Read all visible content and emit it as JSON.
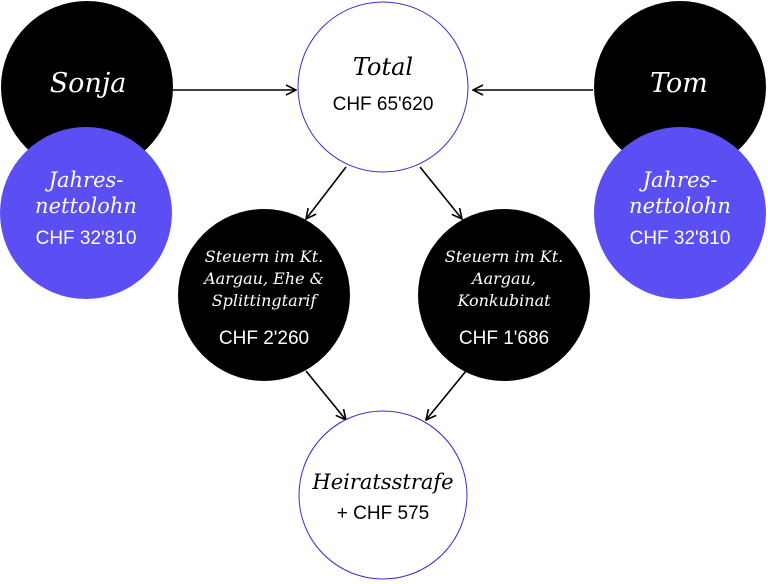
{
  "colors": {
    "black": "#000000",
    "purple": "#5b4ef2",
    "outline": "#3b2fc9",
    "white": "#ffffff"
  },
  "person_left": {
    "name": "Sonja",
    "income_label_line1": "Jahres-",
    "income_label_line2": "nettolohn",
    "income_value": "CHF 32'810"
  },
  "person_right": {
    "name": "Tom",
    "income_label_line1": "Jahres-",
    "income_label_line2": "nettolohn",
    "income_value": "CHF 32'810"
  },
  "total": {
    "label": "Total",
    "value": "CHF 65'620"
  },
  "tax_married": {
    "line1": "Steuern im Kt.",
    "line2": "Aargau, Ehe &",
    "line3": "Splittingtarif",
    "value": "CHF 2'260"
  },
  "tax_cohabit": {
    "line1": "Steuern im Kt.",
    "line2": "Aargau,",
    "line3": "Konkubinat",
    "value": "CHF 1'686"
  },
  "penalty": {
    "label": "Heiratsstrafe",
    "value": "+ CHF 575"
  }
}
